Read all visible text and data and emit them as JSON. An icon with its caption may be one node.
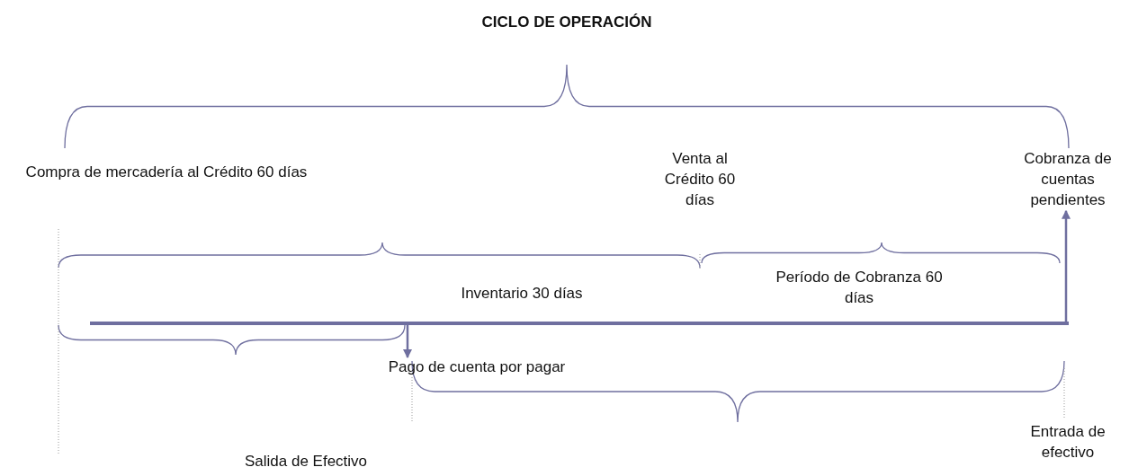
{
  "diagram": {
    "title": "CICLO DE OPERACIÓN",
    "nodes": [
      {
        "text": [
          "Cobranza de cuentas pendientes"
        ]
      },
      {
        "text": [
          "Pago de cuenta por pagar"
        ]
      },
      {
        "text": [],
        "shape": "bar"
      }
    ],
    "edges": [
      {
        "from": 2,
        "to": 0,
        "arrow": "to"
      },
      {
        "from": 2,
        "to": 1,
        "arrow": "to"
      }
    ],
    "labels": [
      "Compra de mercadería al Crédito 60 días",
      "Venta al Crédito 60 días",
      "Inventario 30 días",
      "Período de Cobranza 60 días",
      "Salida de Efectivo",
      "Entrada de efectivo"
    ]
  }
}
